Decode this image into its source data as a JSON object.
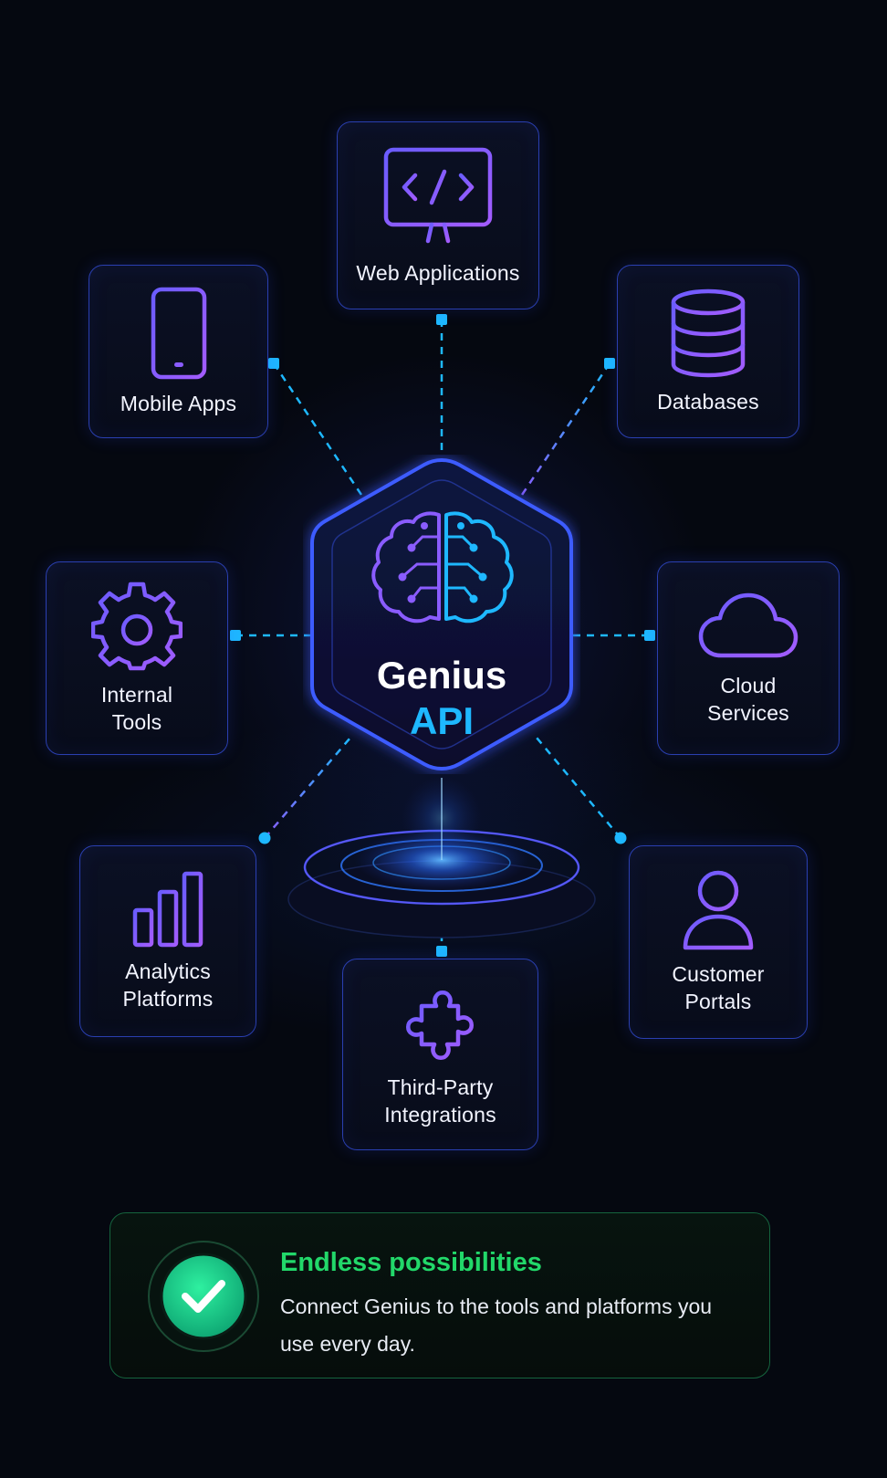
{
  "hub": {
    "title_line1": "Genius",
    "title_line2": "API"
  },
  "nodes": [
    {
      "id": "web",
      "label": "Web Applications",
      "icon": "monitor-code-icon"
    },
    {
      "id": "mobile",
      "label": "Mobile Apps",
      "icon": "smartphone-icon"
    },
    {
      "id": "databases",
      "label": "Databases",
      "icon": "database-icon"
    },
    {
      "id": "internal",
      "label": "Internal\nTools",
      "icon": "gear-icon"
    },
    {
      "id": "cloud",
      "label": "Cloud\nServices",
      "icon": "cloud-icon"
    },
    {
      "id": "analytics",
      "label": "Analytics\nPlatforms",
      "icon": "bar-chart-icon"
    },
    {
      "id": "customer",
      "label": "Customer\nPortals",
      "icon": "user-icon"
    },
    {
      "id": "thirdparty",
      "label": "Third-Party\nIntegrations",
      "icon": "puzzle-icon"
    }
  ],
  "banner": {
    "title": "Endless possibilities",
    "description": "Connect Genius to the tools and platforms you use every day.",
    "icon": "check-circle-icon"
  },
  "colors": {
    "background": "#050810",
    "node_border": "#2a3fb0",
    "accent_blue": "#1eb8ff",
    "accent_purple": "#8a5cff",
    "hub_border": "#3d5bff",
    "success_green": "#22d86a"
  }
}
